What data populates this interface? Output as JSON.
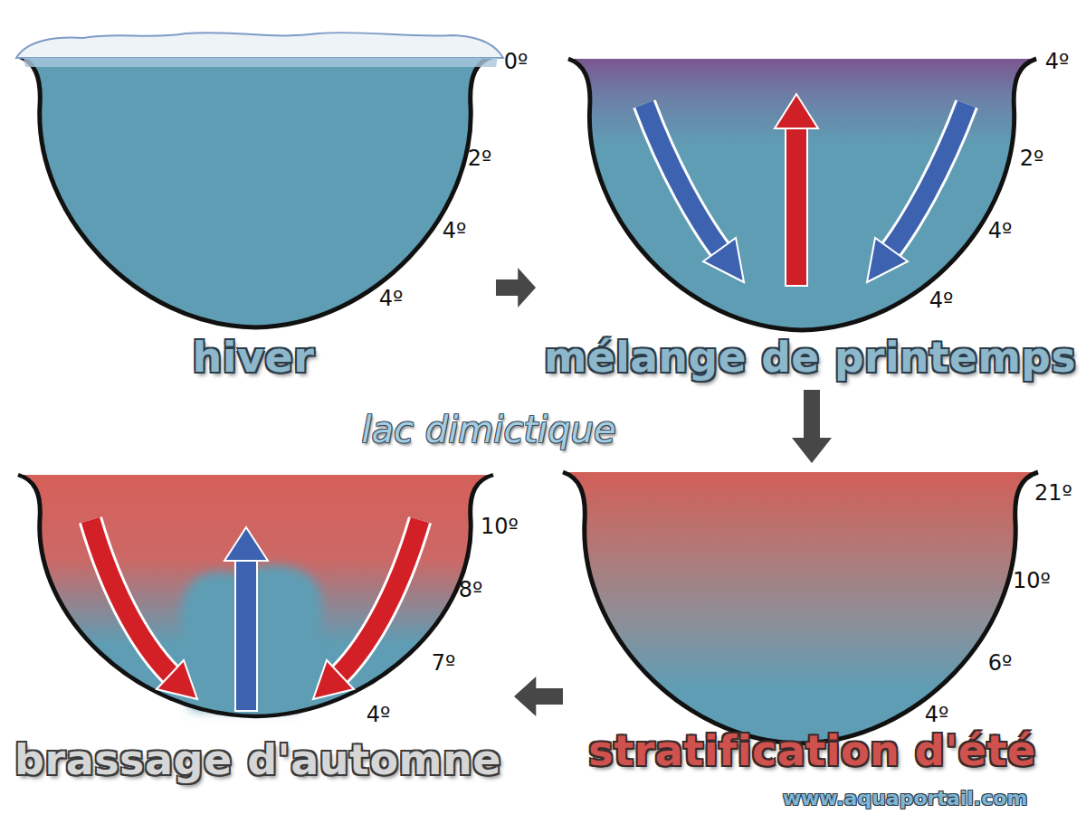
{
  "diagram": {
    "nodes": [
      {
        "text": [
          "hiver"
        ]
      },
      {
        "text": [
          "mélange de printemps"
        ]
      },
      {
        "text": [
          "brassage d'automne"
        ]
      },
      {
        "text": [
          "stratification d'été"
        ]
      }
    ],
    "edges": [
      {
        "from": 0,
        "to": 1,
        "arrow": "to"
      },
      {
        "from": 1,
        "to": 3,
        "arrow": "to"
      },
      {
        "from": 3,
        "to": 2,
        "arrow": "to"
      }
    ],
    "labels": [
      "lac dimictique",
      "0º",
      "2º",
      "4º",
      "4º",
      "4º",
      "2º",
      "4º",
      "4º",
      "10º",
      "8º",
      "7º",
      "4º",
      "21º",
      "10º",
      "6º",
      "4º",
      "www.aquaportail.com"
    ]
  }
}
